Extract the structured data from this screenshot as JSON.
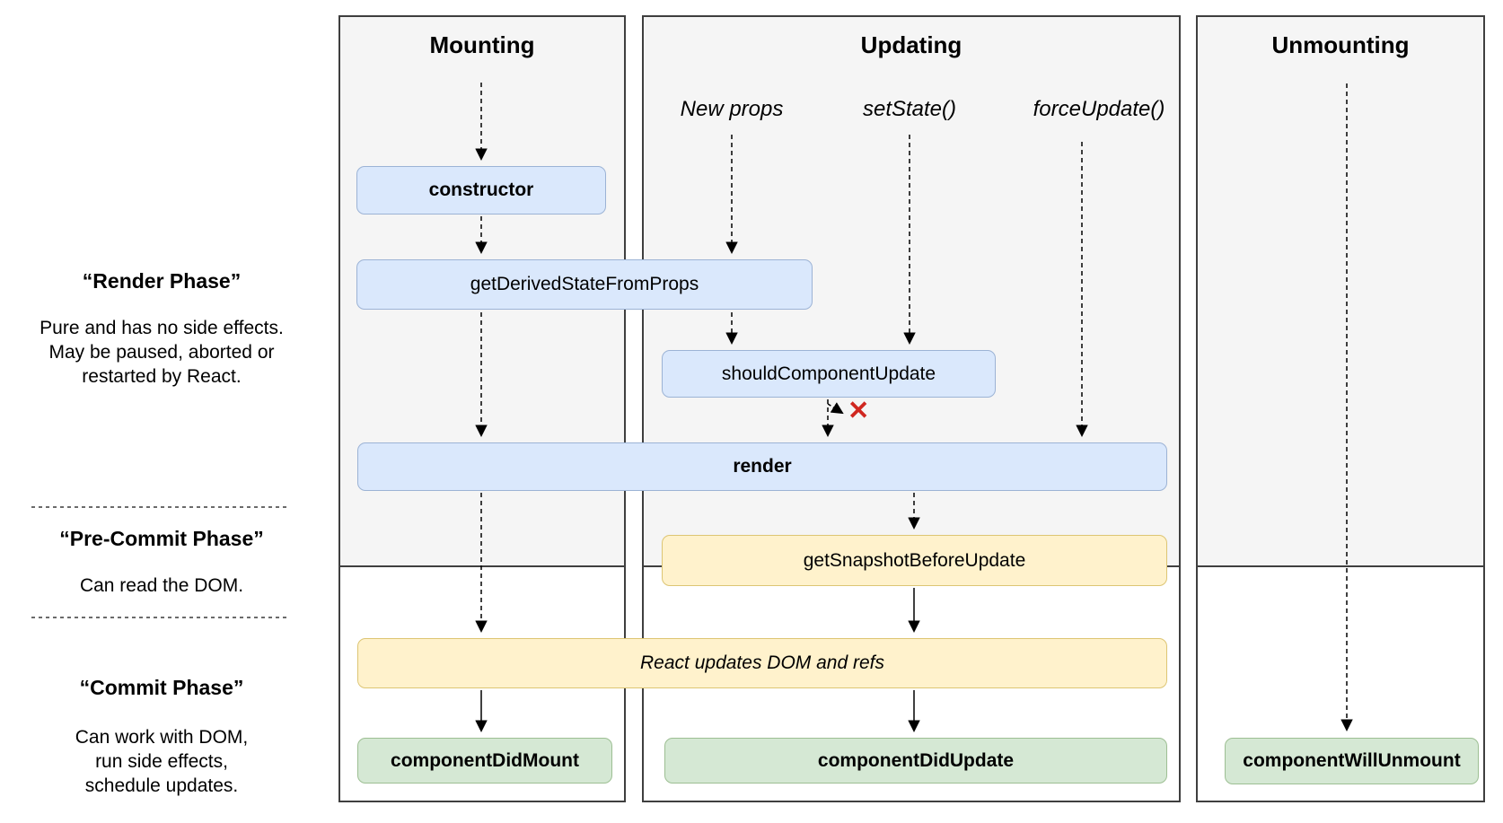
{
  "columns": {
    "mounting": {
      "title": "Mounting"
    },
    "updating": {
      "title": "Updating",
      "triggers": {
        "new_props": "New props",
        "set_state": "setState()",
        "force_update": "forceUpdate()"
      }
    },
    "unmounting": {
      "title": "Unmounting"
    }
  },
  "phases": {
    "render": {
      "title": "“Render Phase”",
      "description": "Pure and has no side effects.\nMay be paused, aborted or\nrestarted by React."
    },
    "pre_commit": {
      "title": "“Pre-Commit Phase”",
      "description": "Can read the DOM."
    },
    "commit": {
      "title": "“Commit Phase”",
      "description": "Can work with DOM,\nrun side effects,\nschedule updates."
    }
  },
  "nodes": {
    "constructor": {
      "label": "constructor"
    },
    "get_derived_state_from_props": {
      "label": "getDerivedStateFromProps"
    },
    "should_component_update": {
      "label": "shouldComponentUpdate"
    },
    "render": {
      "label": "render"
    },
    "get_snapshot_before_update": {
      "label": "getSnapshotBeforeUpdate"
    },
    "react_updates": {
      "label": "React updates DOM and refs"
    },
    "component_did_mount": {
      "label": "componentDidMount"
    },
    "component_did_update": {
      "label": "componentDidUpdate"
    },
    "component_will_unmount": {
      "label": "componentWillUnmount"
    }
  },
  "markers": {
    "skip_update": "✕"
  },
  "colors": {
    "node_blue_fill": "#dae8fc",
    "node_blue_border": "#9cb3d5",
    "node_yellow_fill": "#fff2cc",
    "node_yellow_border": "#ddc573",
    "node_green_fill": "#d5e8d4",
    "node_green_border": "#9dbf93",
    "panel_background": "#f5f5f5",
    "panel_border": "#3f3f3f",
    "arrow": "#000000",
    "skip_x": "#d02720"
  }
}
